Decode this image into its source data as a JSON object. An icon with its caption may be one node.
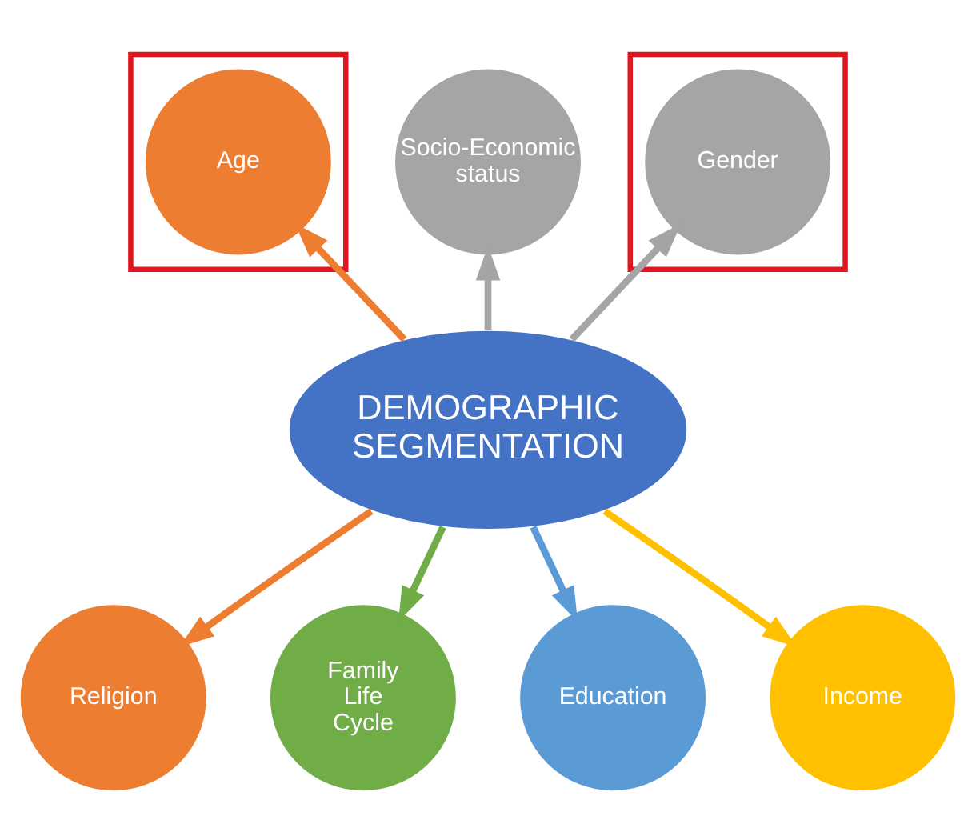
{
  "diagram": {
    "nodes": [
      {
        "text": [],
        "shape": "box"
      },
      {
        "text": [
          "Age"
        ],
        "in": 0
      },
      {
        "text": [
          "Socio-Economic status"
        ]
      },
      {
        "text": [],
        "shape": "box"
      },
      {
        "text": [
          "Gender"
        ],
        "in": 3
      },
      {
        "text": [
          "DEMOGRAPHIC SEGMENTATION"
        ]
      },
      {
        "text": [
          "Religion"
        ]
      },
      {
        "text": [
          "Income"
        ]
      },
      {
        "text": [
          "Family Life Cycle"
        ]
      },
      {
        "text": [
          "Education"
        ]
      }
    ],
    "edges": [
      {
        "from": 5,
        "to": 1,
        "arrow": "to",
        "color": "#ed7d31"
      },
      {
        "from": 5,
        "to": 2,
        "arrow": "to",
        "color": "#a5a5a5"
      },
      {
        "from": 5,
        "to": 4,
        "arrow": "to",
        "color": "#a5a5a5"
      },
      {
        "from": 5,
        "to": 6,
        "arrow": "to",
        "color": "#ed7d31"
      },
      {
        "from": 5,
        "to": 7,
        "arrow": "to",
        "color": "#ffc000"
      },
      {
        "from": 5,
        "to": 8,
        "arrow": "to",
        "color": "#70ad47"
      },
      {
        "from": 5,
        "to": 9,
        "arrow": "to",
        "color": "#5b9bd5"
      }
    ]
  }
}
